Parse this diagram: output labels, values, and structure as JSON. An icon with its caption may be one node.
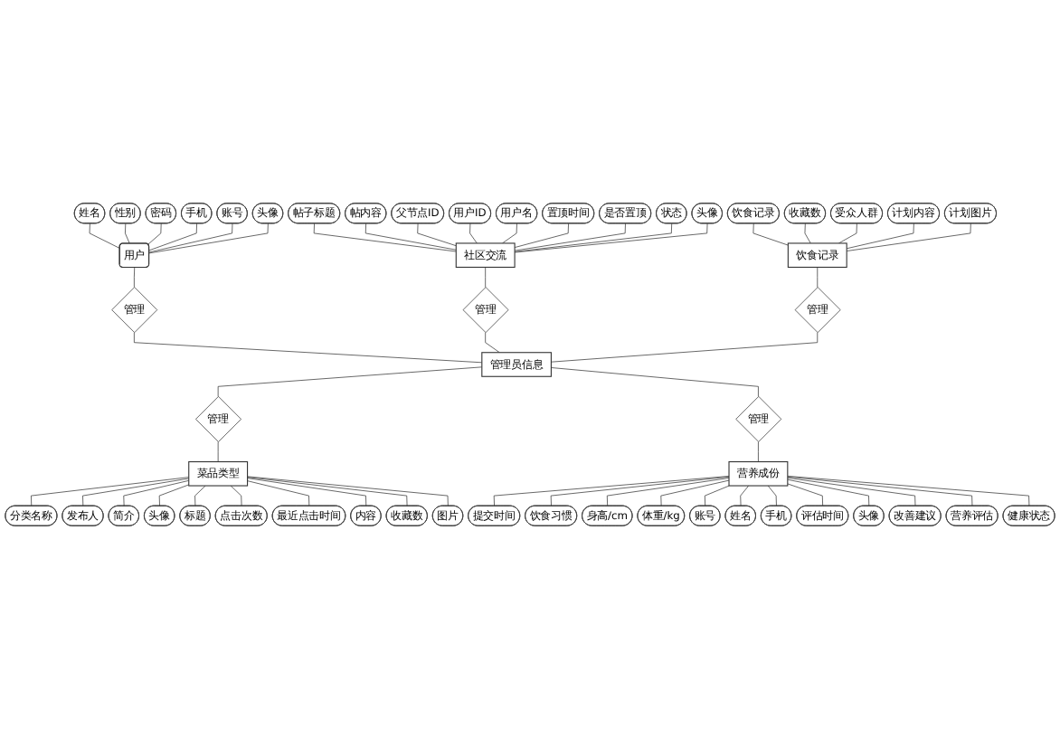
{
  "diagram": {
    "nodes": [
      {
        "text": [
          "用户"
        ]
      },
      {
        "text": [
          "姓名"
        ]
      },
      {
        "text": [
          "性别"
        ]
      },
      {
        "text": [
          "密码"
        ]
      },
      {
        "text": [
          "手机"
        ]
      },
      {
        "text": [
          "账号"
        ]
      },
      {
        "text": [
          "头像"
        ]
      },
      {
        "text": [
          "菜品类型"
        ]
      },
      {
        "text": [
          "分类名称"
        ]
      },
      {
        "text": [
          "发布人"
        ]
      },
      {
        "text": [
          "简介"
        ]
      },
      {
        "text": [
          "头像"
        ]
      },
      {
        "text": [
          "标题"
        ]
      },
      {
        "text": [
          "点击次数"
        ]
      },
      {
        "text": [
          "最近点击时间"
        ]
      },
      {
        "text": [
          "内容"
        ]
      },
      {
        "text": [
          "收藏数"
        ]
      },
      {
        "text": [
          "图片"
        ]
      },
      {
        "text": [
          "管理"
        ]
      },
      {
        "text": [
          "管理"
        ]
      },
      {
        "text": [
          "管理员信息"
        ]
      },
      {
        "text": [
          "管理"
        ]
      },
      {
        "text": [
          "社区交流"
        ]
      },
      {
        "text": [
          "帖子标题"
        ]
      },
      {
        "text": [
          "帖内容"
        ]
      },
      {
        "text": [
          "父节点ID"
        ]
      },
      {
        "text": [
          "用户ID"
        ]
      },
      {
        "text": [
          "用户名"
        ]
      },
      {
        "text": [
          "置顶时间"
        ]
      },
      {
        "text": [
          "是否置顶"
        ]
      },
      {
        "text": [
          "状态"
        ]
      },
      {
        "text": [
          "头像"
        ]
      },
      {
        "text": [
          "营养成份"
        ]
      },
      {
        "text": [
          "提交时间"
        ]
      },
      {
        "text": [
          "饮食习惯"
        ]
      },
      {
        "text": [
          "身高/cm"
        ]
      },
      {
        "text": [
          "体重/kg"
        ]
      },
      {
        "text": [
          "账号"
        ]
      },
      {
        "text": [
          "姓名"
        ]
      },
      {
        "text": [
          "手机"
        ]
      },
      {
        "text": [
          "评估时间"
        ]
      },
      {
        "text": [
          "头像"
        ]
      },
      {
        "text": [
          "改善建议"
        ]
      },
      {
        "text": [
          "营养评估"
        ]
      },
      {
        "text": [
          "健康状态"
        ]
      },
      {
        "text": [
          "管理"
        ]
      },
      {
        "text": [
          "管理"
        ]
      },
      {
        "text": [
          "饮食记录"
        ]
      },
      {
        "text": [
          "饮食记录"
        ]
      },
      {
        "text": [
          "收藏数"
        ]
      },
      {
        "text": [
          "受众人群"
        ]
      },
      {
        "text": [
          "计划内容"
        ]
      },
      {
        "text": [
          "计划图片"
        ]
      }
    ],
    "edges": [
      {
        "from": 1,
        "to": 0,
        "arrow": "none"
      },
      {
        "from": 2,
        "to": 0,
        "arrow": "none"
      },
      {
        "from": 3,
        "to": 0,
        "arrow": "none"
      },
      {
        "from": 4,
        "to": 0,
        "arrow": "none"
      },
      {
        "from": 5,
        "to": 0,
        "arrow": "none"
      },
      {
        "from": 6,
        "to": 0,
        "arrow": "none"
      },
      {
        "from": 0,
        "to": 19,
        "arrow": "none"
      },
      {
        "from": 19,
        "to": 20,
        "arrow": "none"
      },
      {
        "from": 23,
        "to": 22,
        "arrow": "none"
      },
      {
        "from": 24,
        "to": 22,
        "arrow": "none"
      },
      {
        "from": 25,
        "to": 22,
        "arrow": "none"
      },
      {
        "from": 26,
        "to": 22,
        "arrow": "none"
      },
      {
        "from": 27,
        "to": 22,
        "arrow": "none"
      },
      {
        "from": 28,
        "to": 22,
        "arrow": "none"
      },
      {
        "from": 29,
        "to": 22,
        "arrow": "none"
      },
      {
        "from": 30,
        "to": 22,
        "arrow": "none"
      },
      {
        "from": 31,
        "to": 22,
        "arrow": "none"
      },
      {
        "from": 22,
        "to": 21,
        "arrow": "none"
      },
      {
        "from": 21,
        "to": 20,
        "arrow": "none"
      },
      {
        "from": 48,
        "to": 47,
        "arrow": "none"
      },
      {
        "from": 49,
        "to": 47,
        "arrow": "none"
      },
      {
        "from": 50,
        "to": 47,
        "arrow": "none"
      },
      {
        "from": 51,
        "to": 47,
        "arrow": "none"
      },
      {
        "from": 52,
        "to": 47,
        "arrow": "none"
      },
      {
        "from": 47,
        "to": 46,
        "arrow": "none"
      },
      {
        "from": 46,
        "to": 20,
        "arrow": "none"
      },
      {
        "from": 20,
        "to": 18,
        "arrow": "none"
      },
      {
        "from": 18,
        "to": 7,
        "arrow": "none"
      },
      {
        "from": 7,
        "to": 8,
        "arrow": "none"
      },
      {
        "from": 7,
        "to": 9,
        "arrow": "none"
      },
      {
        "from": 7,
        "to": 10,
        "arrow": "none"
      },
      {
        "from": 7,
        "to": 11,
        "arrow": "none"
      },
      {
        "from": 7,
        "to": 12,
        "arrow": "none"
      },
      {
        "from": 7,
        "to": 13,
        "arrow": "none"
      },
      {
        "from": 7,
        "to": 14,
        "arrow": "none"
      },
      {
        "from": 7,
        "to": 15,
        "arrow": "none"
      },
      {
        "from": 7,
        "to": 16,
        "arrow": "none"
      },
      {
        "from": 7,
        "to": 17,
        "arrow": "none"
      },
      {
        "from": 20,
        "to": 45,
        "arrow": "none"
      },
      {
        "from": 45,
        "to": 32,
        "arrow": "none"
      },
      {
        "from": 32,
        "to": 33,
        "arrow": "none"
      },
      {
        "from": 32,
        "to": 34,
        "arrow": "none"
      },
      {
        "from": 32,
        "to": 35,
        "arrow": "none"
      },
      {
        "from": 32,
        "to": 36,
        "arrow": "none"
      },
      {
        "from": 32,
        "to": 37,
        "arrow": "none"
      },
      {
        "from": 32,
        "to": 38,
        "arrow": "none"
      },
      {
        "from": 32,
        "to": 39,
        "arrow": "none"
      },
      {
        "from": 32,
        "to": 40,
        "arrow": "none"
      },
      {
        "from": 32,
        "to": 41,
        "arrow": "none"
      },
      {
        "from": 32,
        "to": 42,
        "arrow": "none"
      },
      {
        "from": 32,
        "to": 43,
        "arrow": "none"
      },
      {
        "from": 32,
        "to": 44,
        "arrow": "none"
      }
    ]
  }
}
